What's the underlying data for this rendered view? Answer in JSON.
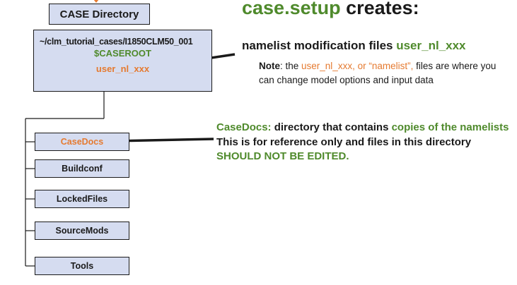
{
  "tree": {
    "root_label": "CASE Directory",
    "caseroot_path": "~/clm_tutorial_cases/I1850CLM50_001",
    "caseroot_var": "$CASEROOT",
    "caseroot_nl": "user_nl_xxx",
    "subdirs": [
      "CaseDocs",
      "Buildconf",
      "LockedFiles",
      "SourceMods",
      "Tools"
    ]
  },
  "heading": {
    "cmd": "case.setup",
    "rest": " creates:"
  },
  "namelist": {
    "title": "namelist modification files ",
    "title_highlight": "user_nl_xxx"
  },
  "note": {
    "label": "Note",
    "sep": ": the ",
    "highlight": "user_nl_xxx, or “namelist”,",
    "rest": " files are where you can change model options and input data"
  },
  "casedocs": {
    "label": "CaseDocs:",
    "p1": " directory that contains ",
    "hl1": "copies of the namelists",
    "p2": "  This is for reference only and files in this directory ",
    "hl2": "SHOULD NOT BE EDITED."
  },
  "colors": {
    "box_fill": "#d5dcf0",
    "green": "#4f8a2c",
    "orange": "#e57a30"
  }
}
